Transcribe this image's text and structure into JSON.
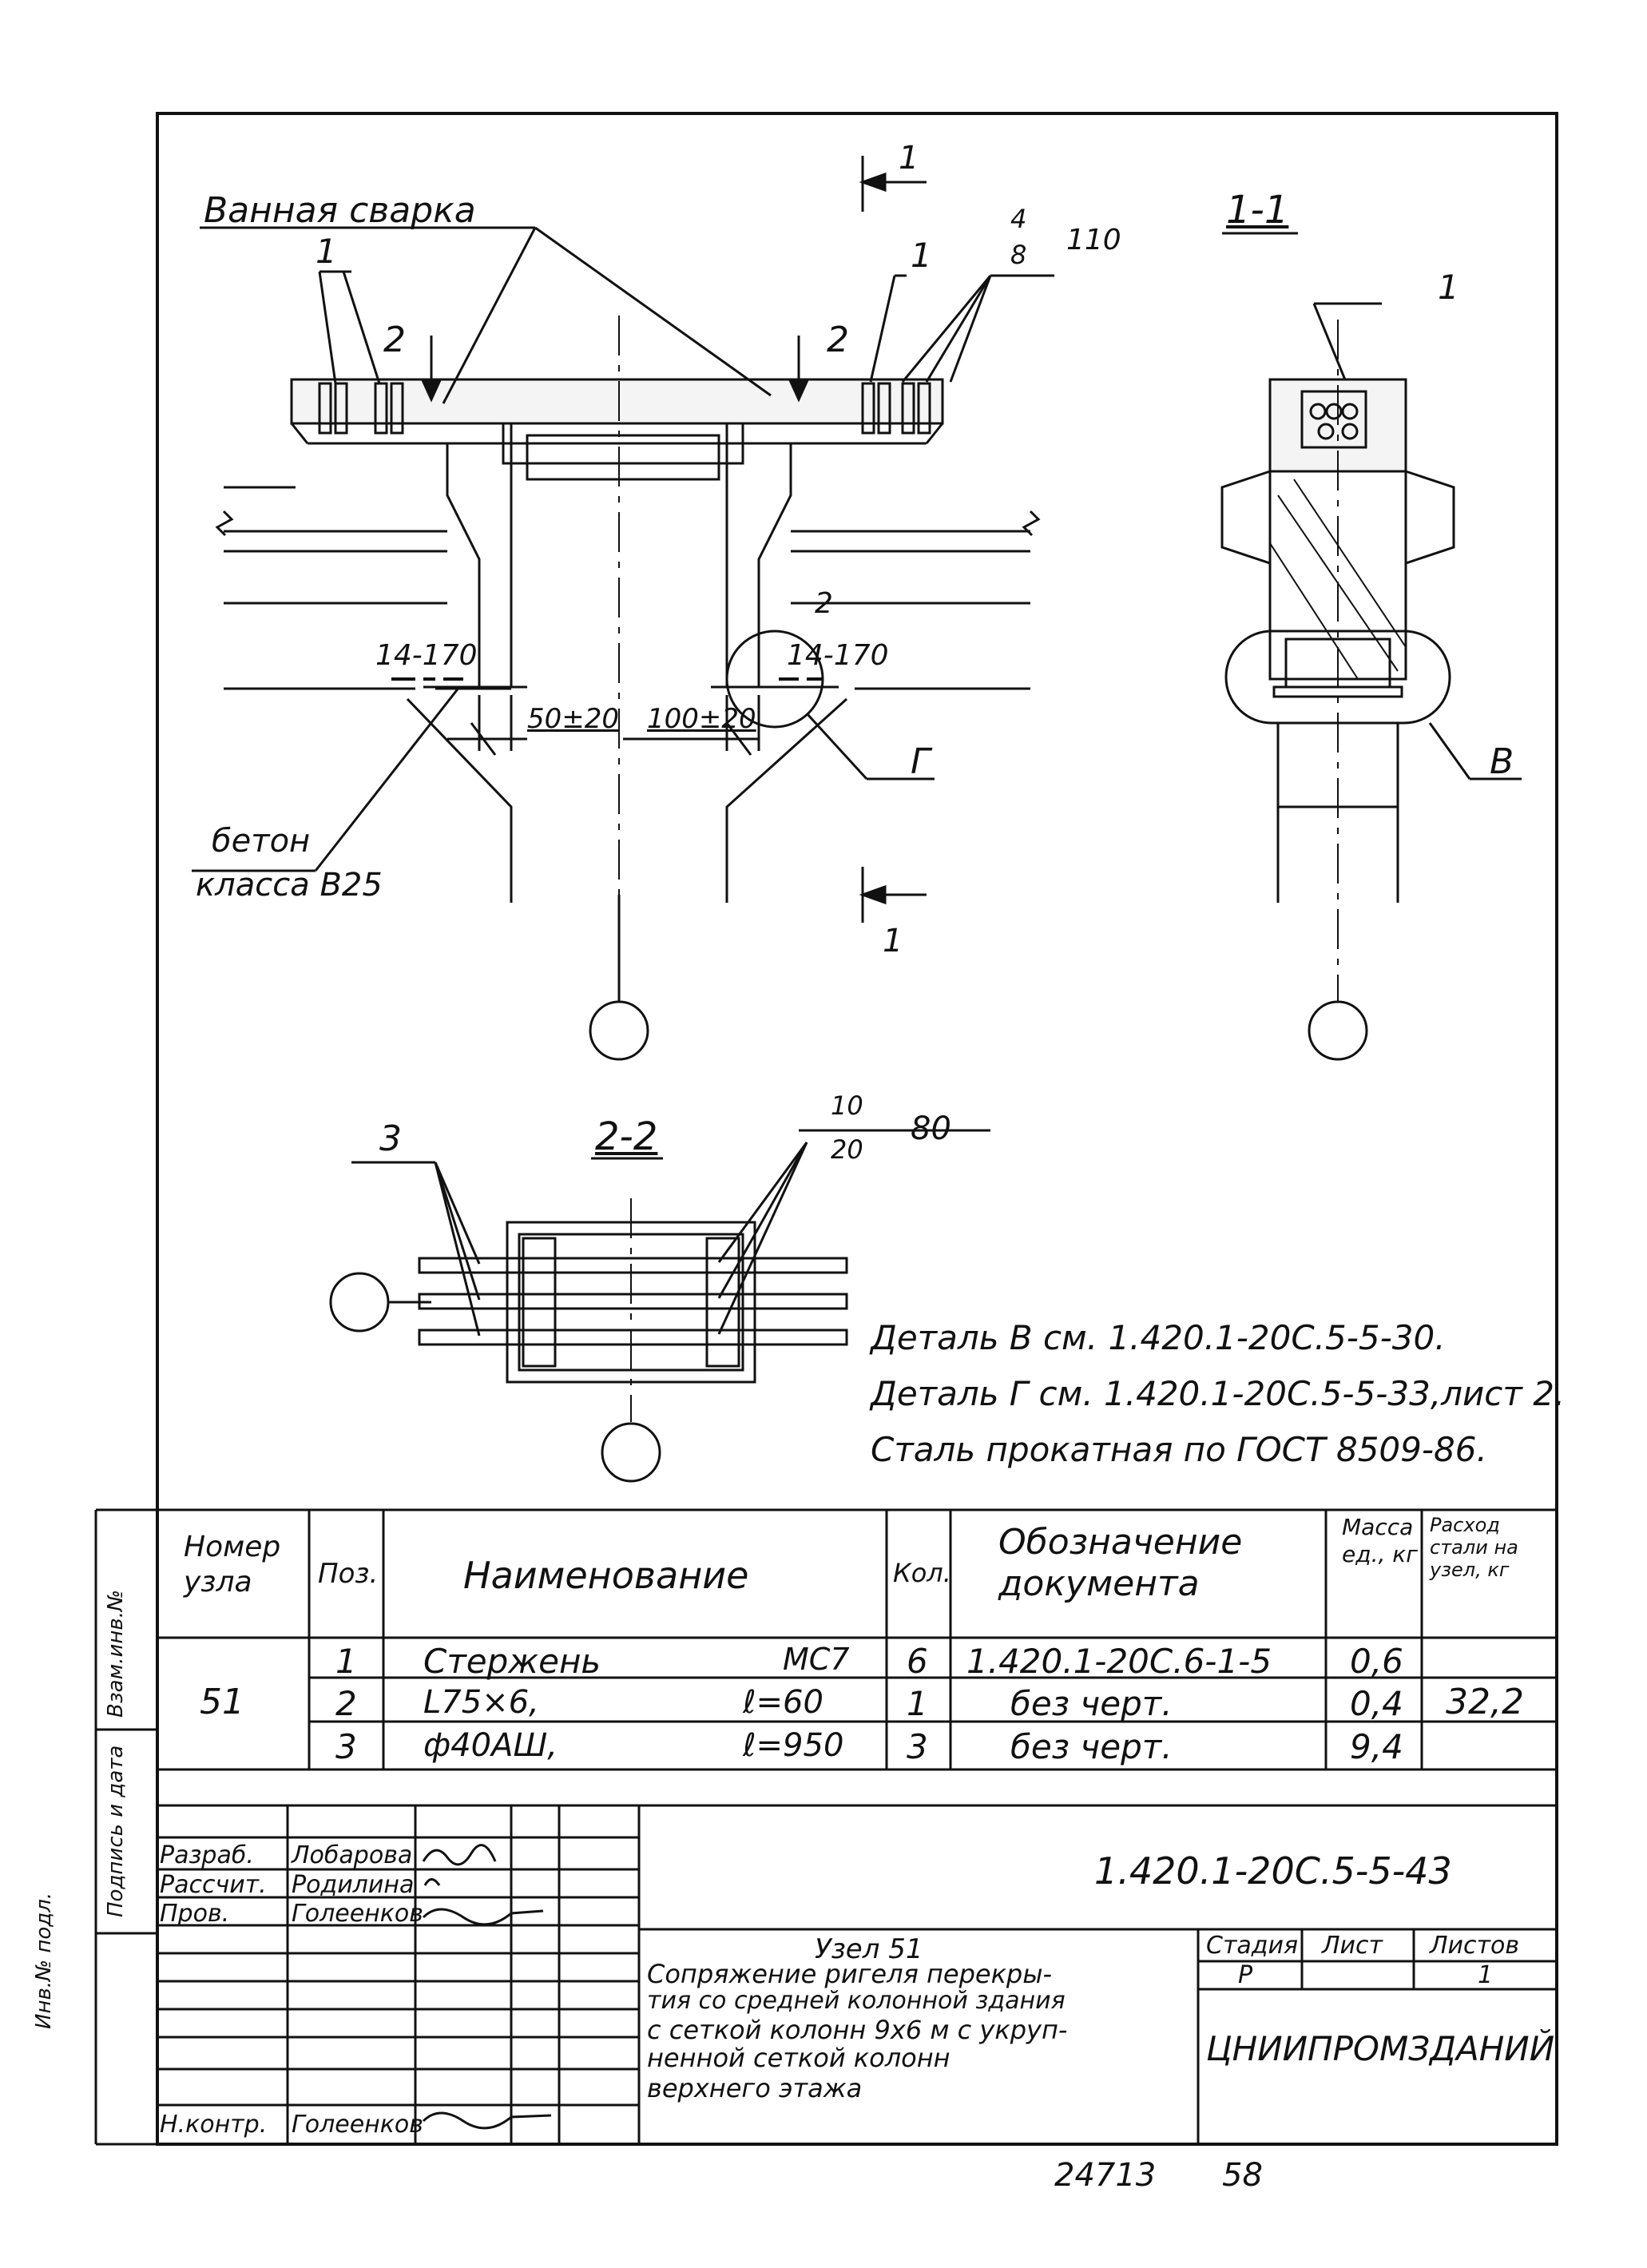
{
  "labels": {
    "weld": "Ванная сварка",
    "section_1": "1",
    "section_1_1": "1-1",
    "section_2": "2",
    "section_2_2": "2-2",
    "rebar_top_num": "4",
    "rebar_top_den": "8",
    "rebar_top_spacing": "110",
    "rebar_bot_num": "10",
    "rebar_bot_den": "20",
    "rebar_bot_spacing": "80",
    "mesh_left": "14-170",
    "mesh_right": "14-170",
    "dim_left": "50±20",
    "dim_right": "100±20",
    "concrete_1": "бетон",
    "concrete_2": "класса В25",
    "detail_g": "Г",
    "detail_v": "В",
    "pos1": "1",
    "pos2": "2",
    "pos3": "3"
  },
  "notes": [
    "Деталь В см. 1.420.1-20С.5-5-30.",
    "Деталь Г см. 1.420.1-20С.5-5-33,лист 2.",
    "Сталь прокатная по ГОСТ 8509-86."
  ],
  "spec": {
    "headers": {
      "node": "Номер узла",
      "pos": "Поз.",
      "name": "Наименование",
      "qty": "Кол.",
      "doc": "Обозначение документа",
      "mass": "Масса ед., кг",
      "steel": "Расход стали на узел, кг"
    },
    "node": "51",
    "total": "32,2",
    "rows": [
      {
        "pos": "1",
        "name": "Стержень",
        "param": "МС7",
        "qty": "6",
        "doc": "1.420.1-20С.6-1-5",
        "mass": "0,6"
      },
      {
        "pos": "2",
        "name": "L75×6,",
        "param": "ℓ=60",
        "qty": "1",
        "doc": "без черт.",
        "mass": "0,4"
      },
      {
        "pos": "3",
        "name": "ф40АШ,",
        "param": "ℓ=950",
        "qty": "3",
        "doc": "без черт.",
        "mass": "9,4"
      }
    ]
  },
  "side_stamp": {
    "inv_orig": "Инв.№ подл.",
    "sign_date": "Подпись и дата",
    "inv_repl": "Взам.инв.№"
  },
  "title_block": {
    "code": "1.420.1-20С.5-5-43",
    "roles": [
      {
        "role": "Разраб.",
        "name": "Лобарова"
      },
      {
        "role": "Рассчит.",
        "name": "Родилина"
      },
      {
        "role": "Пров.",
        "name": "Голеенков"
      },
      {
        "role": "",
        "name": ""
      },
      {
        "role": "",
        "name": ""
      },
      {
        "role": "",
        "name": ""
      },
      {
        "role": "",
        "name": ""
      },
      {
        "role": "Н.контр.",
        "name": "Голеенков"
      }
    ],
    "title_lines": [
      "Узел 51",
      "Сопряжение ригеля перекры-",
      "тия со средней колонной здания",
      "с сеткой колонн 9х6 м с укруп-",
      "ненной сеткой колонн",
      "верхнего этажа"
    ],
    "stage_label": "Стадия",
    "sheet_label": "Лист",
    "sheets_label": "Листов",
    "stage": "Р",
    "sheets": "1",
    "org": "ЦНИИПРОМЗДАНИЙ"
  },
  "footer": {
    "archive": "24713",
    "page": "58"
  }
}
